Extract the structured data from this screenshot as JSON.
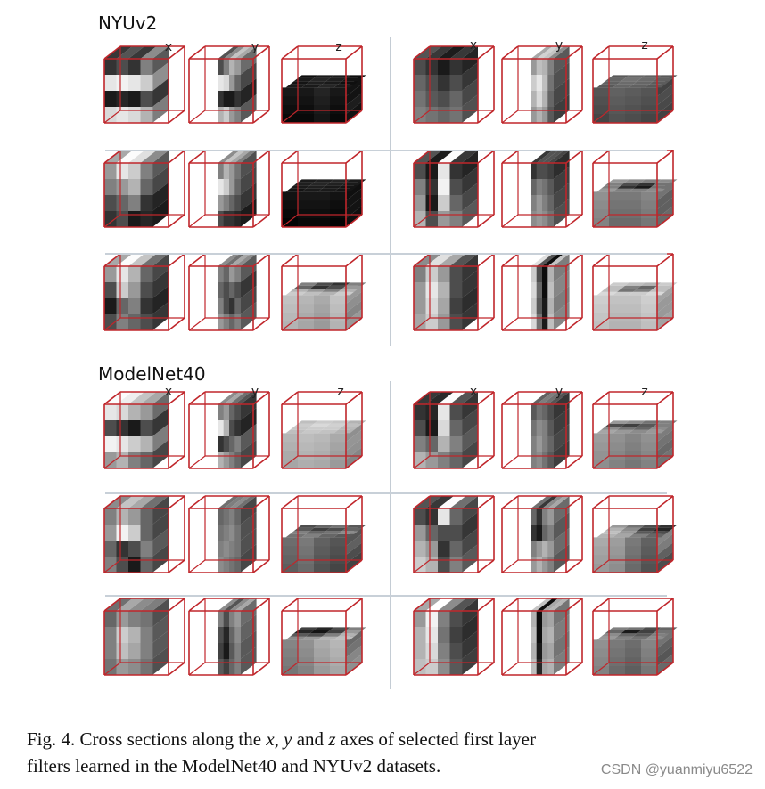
{
  "sections": [
    {
      "title": "NYUv2",
      "axes": [
        "x",
        "y",
        "z"
      ],
      "rows": [
        [
          {
            "x": [
              [
                0.2,
                0.3,
                0.2,
                0.5
              ],
              [
                0.9,
                0.95,
                0.9,
                0.8
              ],
              [
                0.1,
                0.15,
                0.1,
                0.3
              ],
              [
                0.85,
                0.9,
                0.85,
                0.7
              ]
            ],
            "y": [
              [
                0.3,
                0.5,
                0.7,
                0.6
              ],
              [
                0.9,
                0.85,
                0.6,
                0.4
              ],
              [
                0.2,
                0.1,
                0.1,
                0.2
              ],
              [
                0.7,
                0.8,
                0.6,
                0.5
              ]
            ],
            "z": [
              [
                0.05,
                0.1,
                0.1,
                0.05
              ],
              [
                0.1,
                0.15,
                0.12,
                0.08
              ],
              [
                0.08,
                0.12,
                0.1,
                0.06
              ],
              [
                0.1,
                0.1,
                0.15,
                0.1
              ]
            ]
          },
          {
            "x": [
              [
                0.3,
                0.2,
                0.1,
                0.2
              ],
              [
                0.4,
                0.3,
                0.2,
                0.3
              ],
              [
                0.45,
                0.35,
                0.3,
                0.4
              ],
              [
                0.5,
                0.45,
                0.4,
                0.45
              ]
            ],
            "y": [
              [
                0.6,
                0.75,
                0.7,
                0.5
              ],
              [
                0.8,
                0.9,
                0.75,
                0.45
              ],
              [
                0.7,
                0.85,
                0.7,
                0.4
              ],
              [
                0.6,
                0.7,
                0.6,
                0.35
              ]
            ],
            "z": [
              [
                0.35,
                0.4,
                0.38,
                0.35
              ],
              [
                0.4,
                0.45,
                0.42,
                0.38
              ],
              [
                0.38,
                0.42,
                0.4,
                0.36
              ],
              [
                0.35,
                0.4,
                0.38,
                0.35
              ]
            ]
          }
        ],
        [
          {
            "x": [
              [
                0.6,
                0.9,
                0.8,
                0.5
              ],
              [
                0.5,
                0.6,
                0.7,
                0.4
              ],
              [
                0.3,
                0.4,
                0.5,
                0.2
              ],
              [
                0.2,
                0.3,
                0.1,
                0.15
              ]
            ],
            "y": [
              [
                0.5,
                0.7,
                0.6,
                0.45
              ],
              [
                0.9,
                0.8,
                0.6,
                0.4
              ],
              [
                0.6,
                0.5,
                0.4,
                0.3
              ],
              [
                0.3,
                0.2,
                0.2,
                0.15
              ]
            ],
            "z": [
              [
                0.1,
                0.12,
                0.14,
                0.1
              ],
              [
                0.12,
                0.15,
                0.13,
                0.1
              ],
              [
                0.1,
                0.12,
                0.1,
                0.08
              ],
              [
                0.08,
                0.1,
                0.1,
                0.08
              ]
            ]
          },
          {
            "x": [
              [
                0.3,
                0.1,
                0.9,
                0.2
              ],
              [
                0.5,
                0.2,
                0.95,
                0.3
              ],
              [
                0.6,
                0.1,
                0.8,
                0.4
              ],
              [
                0.7,
                0.3,
                0.6,
                0.5
              ]
            ],
            "y": [
              [
                0.2,
                0.3,
                0.3,
                0.25
              ],
              [
                0.4,
                0.5,
                0.45,
                0.35
              ],
              [
                0.5,
                0.6,
                0.5,
                0.4
              ],
              [
                0.55,
                0.6,
                0.55,
                0.45
              ]
            ],
            "z": [
              [
                0.6,
                0.55,
                0.5,
                0.55
              ],
              [
                0.5,
                0.3,
                0.2,
                0.45
              ],
              [
                0.5,
                0.2,
                0.1,
                0.45
              ],
              [
                0.6,
                0.5,
                0.5,
                0.55
              ]
            ]
          }
        ],
        [
          {
            "x": [
              [
                0.6,
                0.9,
                0.7,
                0.4
              ],
              [
                0.3,
                0.8,
                0.6,
                0.3
              ],
              [
                0.1,
                0.4,
                0.5,
                0.2
              ],
              [
                0.3,
                0.5,
                0.4,
                0.3
              ]
            ],
            "y": [
              [
                0.5,
                0.4,
                0.6,
                0.5
              ],
              [
                0.4,
                0.3,
                0.4,
                0.3
              ],
              [
                0.5,
                0.3,
                0.2,
                0.4
              ],
              [
                0.6,
                0.5,
                0.4,
                0.5
              ]
            ],
            "z": [
              [
                0.5,
                0.3,
                0.2,
                0.5
              ],
              [
                0.4,
                0.2,
                0.3,
                0.6
              ],
              [
                0.7,
                0.6,
                0.5,
                0.7
              ],
              [
                0.8,
                0.75,
                0.7,
                0.8
              ]
            ]
          },
          {
            "x": [
              [
                0.5,
                0.8,
                0.6,
                0.3
              ],
              [
                0.6,
                0.9,
                0.7,
                0.3
              ],
              [
                0.6,
                0.85,
                0.65,
                0.25
              ],
              [
                0.65,
                0.8,
                0.6,
                0.3
              ]
            ],
            "y": [
              [
                0.8,
                0.3,
                0.05,
                0.7
              ],
              [
                0.85,
                0.4,
                0.05,
                0.75
              ],
              [
                0.8,
                0.35,
                0.1,
                0.7
              ],
              [
                0.85,
                0.45,
                0.1,
                0.75
              ]
            ],
            "z": [
              [
                0.8,
                0.75,
                0.7,
                0.8
              ],
              [
                0.75,
                0.5,
                0.4,
                0.75
              ],
              [
                0.75,
                0.45,
                0.5,
                0.75
              ],
              [
                0.85,
                0.8,
                0.8,
                0.85
              ]
            ]
          }
        ]
      ]
    },
    {
      "title": "ModelNet40",
      "axes": [
        "x",
        "y",
        "z"
      ],
      "rows": [
        [
          {
            "x": [
              [
                0.9,
                0.85,
                0.7,
                0.6
              ],
              [
                0.3,
                0.2,
                0.1,
                0.3
              ],
              [
                0.95,
                0.9,
                0.8,
                0.7
              ],
              [
                0.6,
                0.7,
                0.5,
                0.4
              ]
            ],
            "y": [
              [
                0.5,
                0.6,
                0.4,
                0.3
              ],
              [
                0.9,
                0.7,
                0.3,
                0.2
              ],
              [
                0.2,
                0.3,
                0.4,
                0.5
              ],
              [
                0.7,
                0.6,
                0.5,
                0.4
              ]
            ],
            "z": [
              [
                0.75,
                0.8,
                0.78,
                0.7
              ],
              [
                0.8,
                0.85,
                0.82,
                0.75
              ],
              [
                0.78,
                0.8,
                0.8,
                0.72
              ],
              [
                0.75,
                0.78,
                0.76,
                0.7
              ]
            ]
          },
          {
            "x": [
              [
                0.2,
                0.15,
                0.9,
                0.3
              ],
              [
                0.3,
                0.1,
                0.85,
                0.4
              ],
              [
                0.5,
                0.4,
                0.7,
                0.5
              ],
              [
                0.7,
                0.6,
                0.5,
                0.4
              ]
            ],
            "y": [
              [
                0.35,
                0.45,
                0.4,
                0.3
              ],
              [
                0.45,
                0.55,
                0.5,
                0.35
              ],
              [
                0.5,
                0.6,
                0.5,
                0.4
              ],
              [
                0.5,
                0.55,
                0.45,
                0.35
              ]
            ],
            "z": [
              [
                0.6,
                0.55,
                0.45,
                0.5
              ],
              [
                0.3,
                0.25,
                0.35,
                0.5
              ],
              [
                0.55,
                0.45,
                0.4,
                0.55
              ],
              [
                0.65,
                0.6,
                0.55,
                0.6
              ]
            ]
          }
        ],
        [
          {
            "x": [
              [
                0.5,
                0.7,
                0.6,
                0.4
              ],
              [
                0.6,
                0.95,
                0.8,
                0.4
              ],
              [
                0.4,
                0.2,
                0.3,
                0.5
              ],
              [
                0.5,
                0.3,
                0.1,
                0.4
              ]
            ],
            "y": [
              [
                0.4,
                0.45,
                0.5,
                0.4
              ],
              [
                0.45,
                0.5,
                0.55,
                0.45
              ],
              [
                0.5,
                0.55,
                0.5,
                0.45
              ],
              [
                0.55,
                0.5,
                0.45,
                0.4
              ]
            ],
            "z": [
              [
                0.3,
                0.4,
                0.45,
                0.35
              ],
              [
                0.35,
                0.25,
                0.3,
                0.4
              ],
              [
                0.5,
                0.4,
                0.45,
                0.55
              ],
              [
                0.45,
                0.5,
                0.4,
                0.35
              ]
            ]
          },
          {
            "x": [
              [
                0.3,
                0.2,
                0.9,
                0.4
              ],
              [
                0.6,
                0.4,
                0.3,
                0.3
              ],
              [
                0.7,
                0.6,
                0.2,
                0.4
              ],
              [
                0.8,
                0.7,
                0.3,
                0.5
              ]
            ],
            "y": [
              [
                0.4,
                0.2,
                0.5,
                0.6
              ],
              [
                0.2,
                0.1,
                0.4,
                0.5
              ],
              [
                0.5,
                0.6,
                0.7,
                0.6
              ],
              [
                0.6,
                0.7,
                0.6,
                0.5
              ]
            ],
            "z": [
              [
                0.6,
                0.45,
                0.3,
                0.2
              ],
              [
                0.7,
                0.55,
                0.25,
                0.15
              ],
              [
                0.75,
                0.6,
                0.35,
                0.3
              ],
              [
                0.7,
                0.65,
                0.5,
                0.4
              ]
            ]
          }
        ],
        [
          {
            "x": [
              [
                0.4,
                0.6,
                0.5,
                0.45
              ],
              [
                0.5,
                0.8,
                0.7,
                0.5
              ],
              [
                0.5,
                0.75,
                0.65,
                0.5
              ],
              [
                0.45,
                0.6,
                0.55,
                0.45
              ]
            ],
            "y": [
              [
                0.5,
                0.3,
                0.5,
                0.6
              ],
              [
                0.3,
                0.15,
                0.4,
                0.55
              ],
              [
                0.25,
                0.1,
                0.35,
                0.5
              ],
              [
                0.35,
                0.25,
                0.4,
                0.5
              ]
            ],
            "z": [
              [
                0.25,
                0.15,
                0.3,
                0.5
              ],
              [
                0.15,
                0.08,
                0.25,
                0.6
              ],
              [
                0.35,
                0.3,
                0.5,
                0.7
              ],
              [
                0.55,
                0.6,
                0.7,
                0.75
              ]
            ]
          },
          {
            "x": [
              [
                0.6,
                0.95,
                0.5,
                0.3
              ],
              [
                0.7,
                0.9,
                0.45,
                0.25
              ],
              [
                0.7,
                0.85,
                0.5,
                0.3
              ],
              [
                0.75,
                0.8,
                0.55,
                0.35
              ]
            ],
            "y": [
              [
                0.7,
                0.05,
                0.6,
                0.65
              ],
              [
                0.75,
                0.05,
                0.65,
                0.7
              ],
              [
                0.7,
                0.1,
                0.6,
                0.65
              ],
              [
                0.75,
                0.15,
                0.65,
                0.7
              ]
            ],
            "z": [
              [
                0.5,
                0.45,
                0.3,
                0.4
              ],
              [
                0.4,
                0.1,
                0.25,
                0.45
              ],
              [
                0.55,
                0.4,
                0.35,
                0.5
              ],
              [
                0.6,
                0.5,
                0.45,
                0.55
              ]
            ]
          }
        ]
      ]
    }
  ],
  "caption": {
    "line1_prefix": "Fig. 4.    Cross sections along the ",
    "var_x": "x",
    "sep1": ", ",
    "var_y": "y",
    "sep2": " and ",
    "var_z": "z",
    "line1_suffix": " axes of selected first layer",
    "line2": "filters learned in the ModelNet40 and NYUv2 datasets."
  },
  "watermark": "CSDN @yuanmiyu6522",
  "colors": {
    "cube_edge": "#c0262b",
    "divider": "#c4ccd4"
  }
}
